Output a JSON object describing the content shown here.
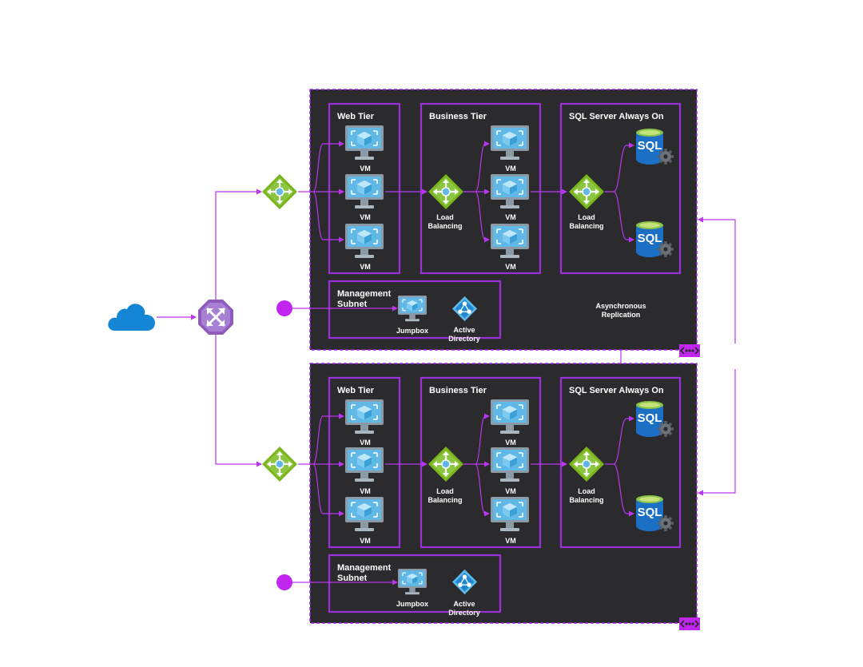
{
  "colors": {
    "connector": "#b936ee",
    "region_bg": "#2b2b2e",
    "region_border": "#a020f0",
    "tier_border": "#9b30d8",
    "lb_green": "#7ab51d",
    "vm_blue": "#5fb8e6",
    "sql_blue": "#1b6fc4",
    "cloud_blue": "#1586d6",
    "router_purple": "#8e5bbd",
    "dot_magenta": "#c026f0"
  },
  "icons": {
    "internet": "cloud-icon",
    "traffic_manager": "traffic-manager-icon",
    "load_balancer": "load-balancer-icon",
    "vm": "virtual-machine-icon",
    "sql": "sql-database-icon",
    "jumpbox": "jumpbox-icon",
    "active_directory": "active-directory-icon",
    "vnet": "virtual-network-icon"
  },
  "replication_label": [
    "Asynchronous",
    "Replication"
  ],
  "regions": [
    {
      "web_tier": {
        "title": "Web Tier",
        "vms": [
          "VM",
          "VM",
          "VM"
        ]
      },
      "business_tier": {
        "title": "Business Tier",
        "lb_label": [
          "Load",
          "Balancing"
        ],
        "vms": [
          "VM",
          "VM",
          "VM"
        ]
      },
      "sql_tier": {
        "title": "SQL Server Always On",
        "lb_label": [
          "Load",
          "Balancing"
        ],
        "db_text": [
          "SQL",
          "SQL"
        ]
      },
      "management": {
        "title": [
          "Management",
          "Subnet"
        ],
        "jumpbox": "Jumpbox",
        "ad": [
          "Active",
          "Directory"
        ]
      }
    },
    {
      "web_tier": {
        "title": "Web Tier",
        "vms": [
          "VM",
          "VM",
          "VM"
        ]
      },
      "business_tier": {
        "title": "Business Tier",
        "lb_label": [
          "Load",
          "Balancing"
        ],
        "vms": [
          "VM",
          "VM",
          "VM"
        ]
      },
      "sql_tier": {
        "title": "SQL Server Always On",
        "lb_label": [
          "Load",
          "Balancing"
        ],
        "db_text": [
          "SQL",
          "SQL"
        ]
      },
      "management": {
        "title": [
          "Management",
          "Subnet"
        ],
        "jumpbox": "Jumpbox",
        "ad": [
          "Active",
          "Directory"
        ]
      }
    }
  ]
}
